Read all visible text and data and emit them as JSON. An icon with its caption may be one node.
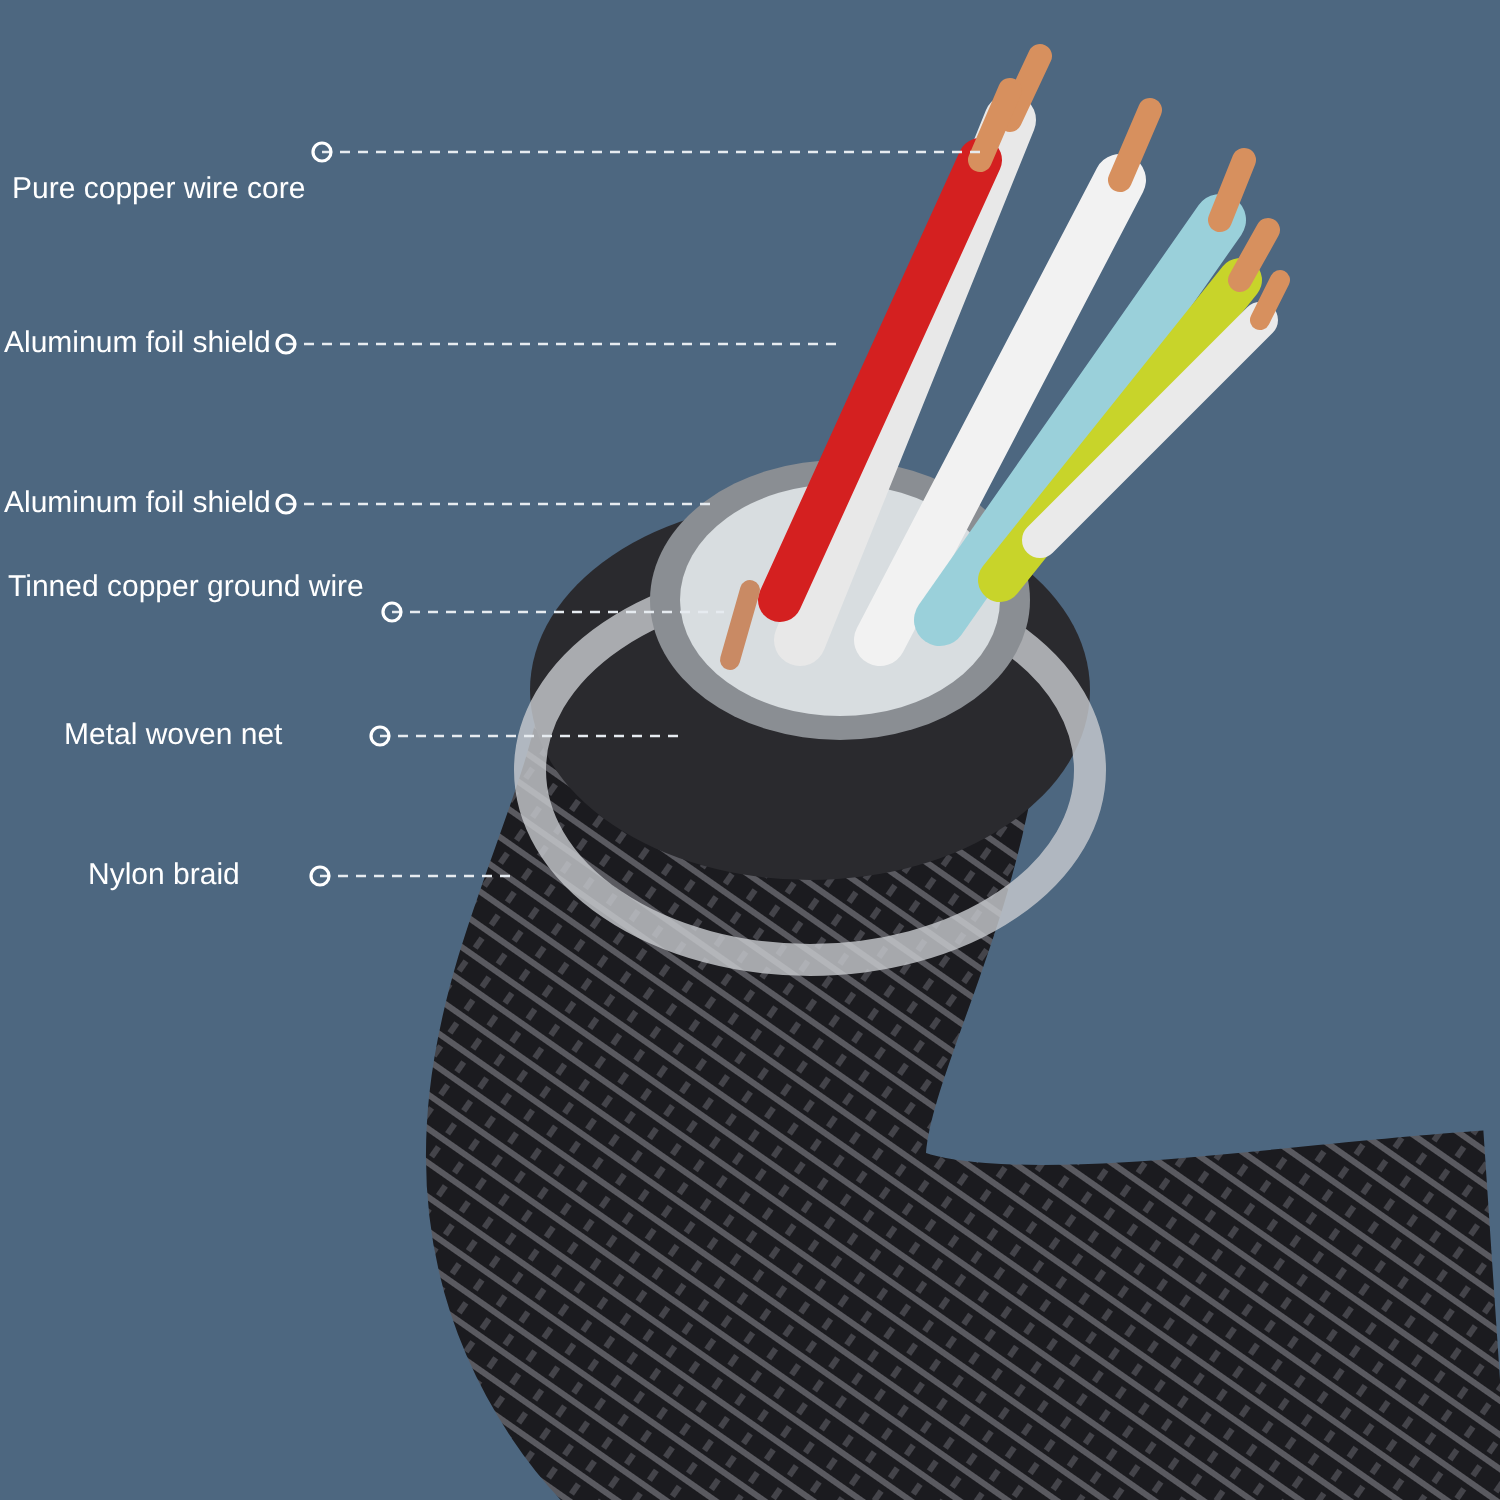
{
  "diagram": {
    "nodes": [
      {
        "text": [
          "Pure copper wire core"
        ]
      },
      {
        "text": [
          "Aluminum foil shield"
        ]
      },
      {
        "text": [
          "Aluminum foil shield"
        ]
      },
      {
        "text": [
          "Tinned copper ground wire"
        ]
      },
      {
        "text": [
          "Metal woven net"
        ]
      },
      {
        "text": [
          "Nylon braid"
        ]
      }
    ],
    "edges": [
      {
        "from": 0,
        "to": null,
        "arrow": "other",
        "style": "dashed"
      },
      {
        "from": 1,
        "to": null,
        "arrow": "other",
        "style": "dashed"
      },
      {
        "from": 2,
        "to": null,
        "arrow": "other",
        "style": "dashed"
      },
      {
        "from": 3,
        "to": null,
        "arrow": "other",
        "style": "dashed"
      },
      {
        "from": 4,
        "to": null,
        "arrow": "other",
        "style": "dashed"
      },
      {
        "from": 5,
        "to": null,
        "arrow": "other",
        "style": "dashed"
      }
    ]
  }
}
